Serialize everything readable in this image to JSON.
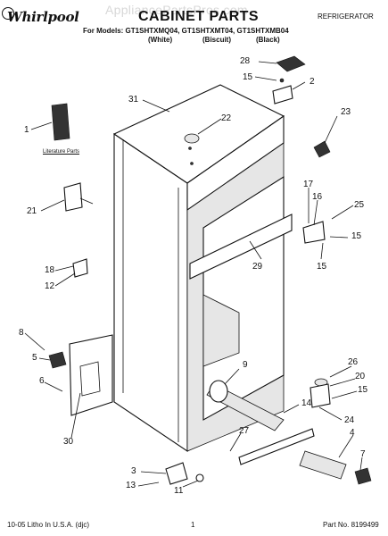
{
  "watermark": "AppliancePartsPros.com",
  "header": {
    "brand": "Whirlpool",
    "title": "CABINET PARTS",
    "category": "REFRIGERATOR",
    "models_line": "For Models: GT1SHTXMQ04, GT1SHTXMT04, GT1SHTXMB04",
    "finishes": [
      "(White)",
      "(Biscuit)",
      "(Black)"
    ]
  },
  "literature_caption": "Literature Parts",
  "callouts": {
    "c1": "1",
    "c2": "2",
    "c3": "3",
    "c4": "4",
    "c5": "5",
    "c6": "6",
    "c7": "7",
    "c8": "8",
    "c9": "9",
    "c11": "11",
    "c12": "12",
    "c13": "13",
    "c14": "14",
    "c15a": "15",
    "c15b": "15",
    "c15c": "15",
    "c15d": "15",
    "c15e": "15",
    "c16": "16",
    "c17": "17",
    "c18": "18",
    "c20": "20",
    "c21": "21",
    "c22": "22",
    "c23": "23",
    "c24": "24",
    "c25": "25",
    "c26": "26",
    "c27": "27",
    "c28": "28",
    "c29": "29",
    "c30": "30",
    "c31": "31"
  },
  "footer": {
    "litho": "10-05 Litho In U.S.A. (djc)",
    "page": "1",
    "part_no": "Part No. 8199499"
  }
}
